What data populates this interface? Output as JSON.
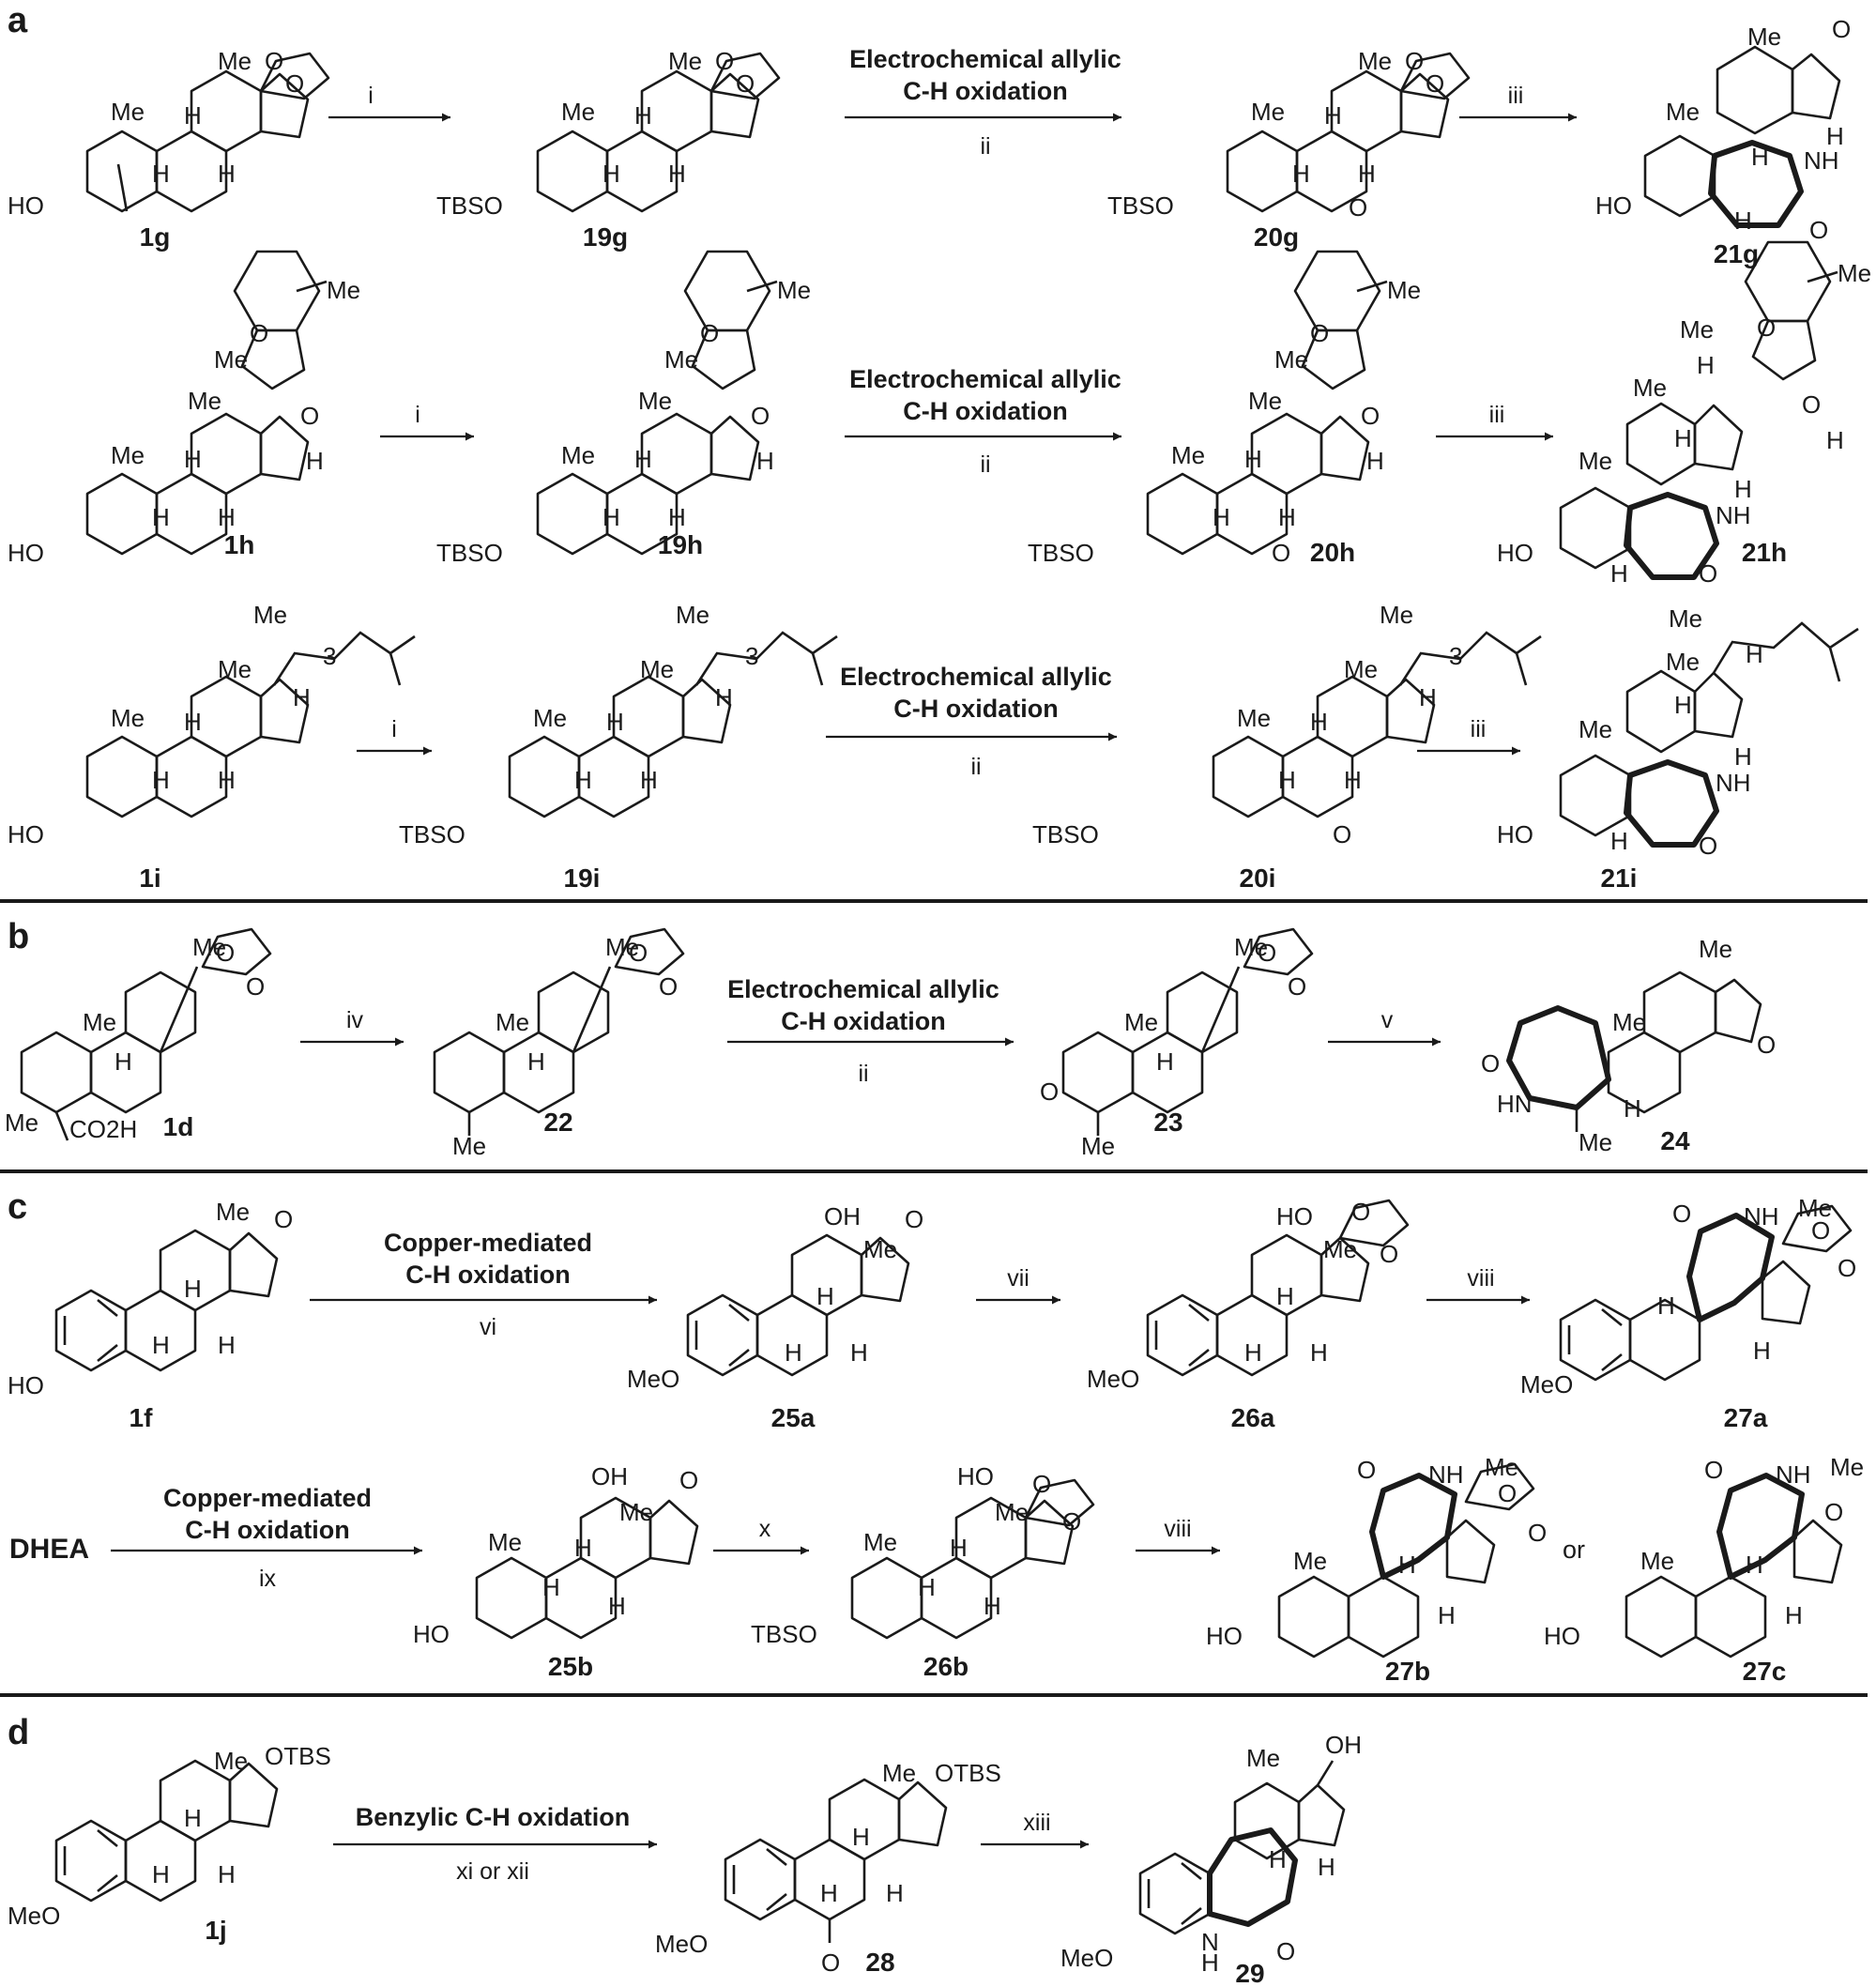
{
  "panels": [
    "a",
    "b",
    "c",
    "d"
  ],
  "labels": {
    "me": "Me",
    "h": "H",
    "ho": "HO",
    "tbso": "TBSO",
    "meo": "MeO",
    "o": "O",
    "nh": "NH",
    "hn": "HN",
    "n": "N",
    "co2h": "CO2H",
    "oh": "OH",
    "otbs": "OTBS",
    "sub3": "3"
  },
  "reagents": {
    "i": "i",
    "ii": "ii",
    "iii": "iii",
    "iv": "iv",
    "v": "v",
    "vi": "vi",
    "vii": "vii",
    "viii": "viii",
    "ix": "ix",
    "x": "x",
    "xiii": "xiii",
    "xi_or_xii": "xi or xii"
  },
  "reactions": {
    "electro_l1": "Electrochemical  allylic",
    "electro_l2": "C-H oxidation",
    "copper_l1": "Copper-mediated",
    "copper_l2": "C-H oxidation",
    "benzylic": "Benzylic C-H oxidation"
  },
  "misc": {
    "dhea": "DHEA",
    "or": "or"
  },
  "compounds": {
    "c1g": "1g",
    "c19g": "19g",
    "c20g": "20g",
    "c21g": "21g",
    "c1h": "1h",
    "c19h": "19h",
    "c20h": "20h",
    "c21h": "21h",
    "c1i": "1i",
    "c19i": "19i",
    "c20i": "20i",
    "c21i": "21i",
    "c1d": "1d",
    "c22": "22",
    "c23": "23",
    "c24": "24",
    "c1f": "1f",
    "c25a": "25a",
    "c26a": "26a",
    "c27a": "27a",
    "c25b": "25b",
    "c26b": "26b",
    "c27b": "27b",
    "c27c": "27c",
    "c1j": "1j",
    "c28": "28",
    "c29": "29"
  }
}
